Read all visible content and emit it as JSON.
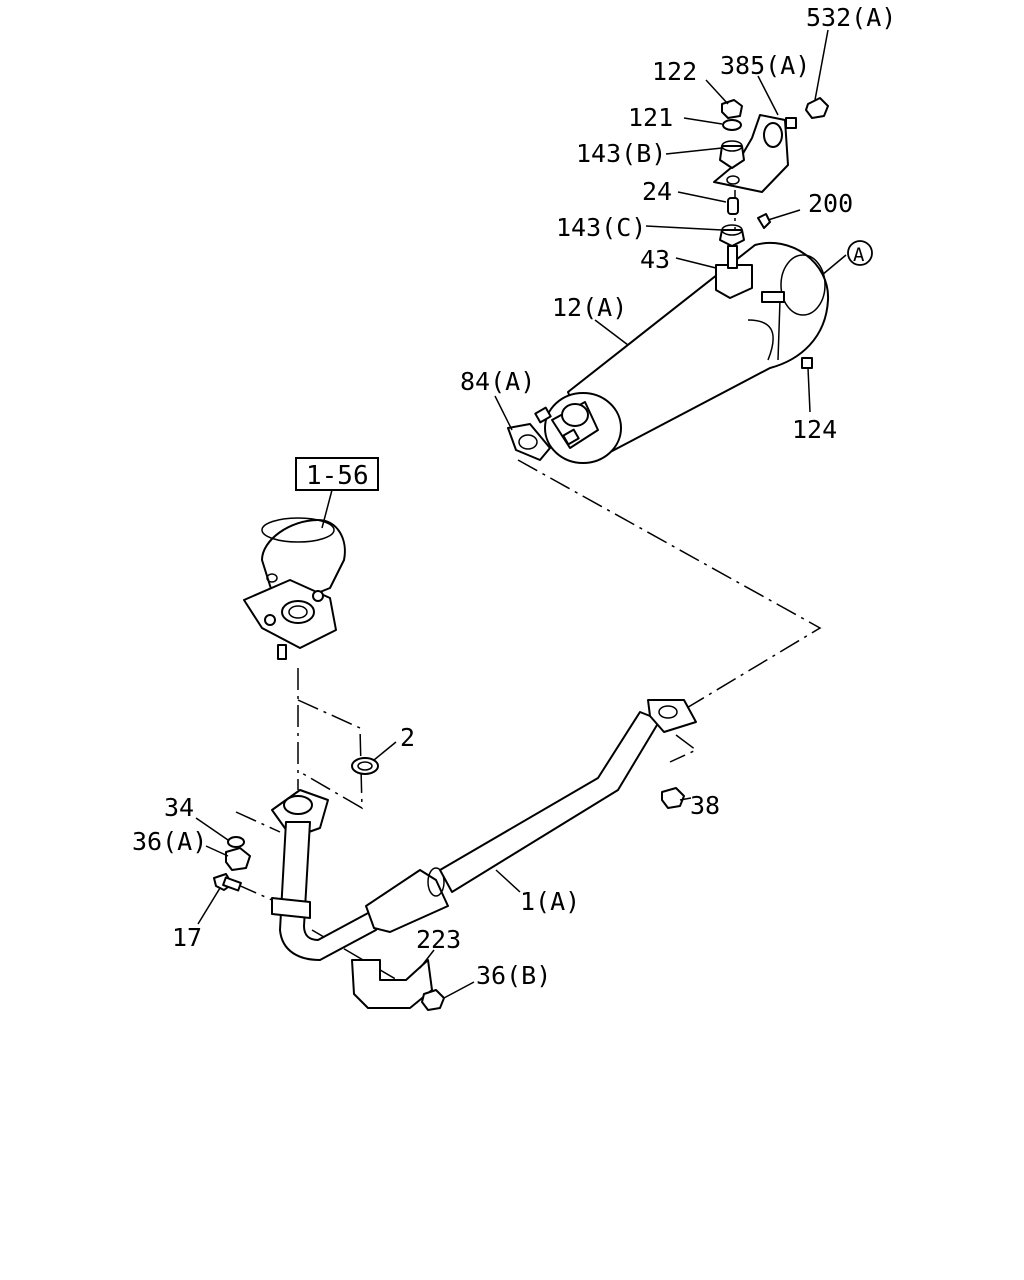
{
  "diagram": {
    "colors": {
      "line": "#000000",
      "background": "#ffffff"
    },
    "ref_box": "1-56",
    "circle_marker": "A",
    "labels": {
      "p532a": "532(A)",
      "p122": "122",
      "p385a": "385(A)",
      "p121": "121",
      "p143b": "143(B)",
      "p24": "24",
      "p200": "200",
      "p143c": "143(C)",
      "p43": "43",
      "p12a": "12(A)",
      "p84a": "84(A)",
      "p124": "124",
      "p2": "2",
      "p34": "34",
      "p36a": "36(A)",
      "p38": "38",
      "p1a": "1(A)",
      "p17": "17",
      "p223": "223",
      "p36b": "36(B)"
    }
  }
}
